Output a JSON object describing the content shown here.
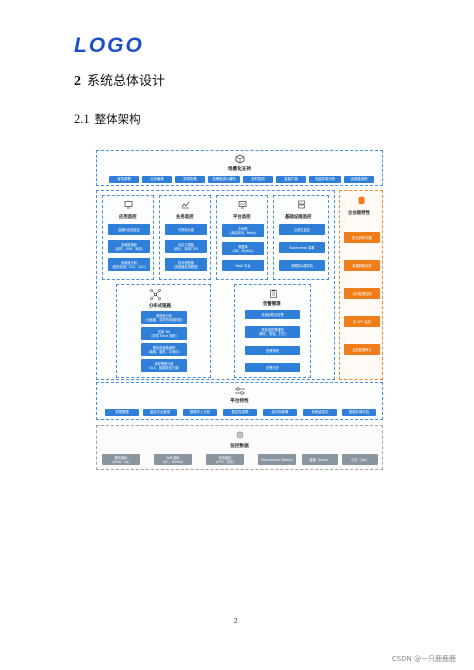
{
  "logo": "LOGO",
  "heading": {
    "num": "2",
    "text": "系统总体设计"
  },
  "subheading": {
    "num": "2.1",
    "text": "整体架构"
  },
  "top_section": {
    "title": "场景化支持",
    "tags": [
      "宣传部署",
      "业务编排",
      "异常告警",
      "告警推送&通知",
      "定时拨测",
      "智能扩缩",
      "流量异常分析",
      "全链路追踪"
    ]
  },
  "app_monitor": {
    "title": "应用监控",
    "items": [
      [
        "容器&应用监控"
      ],
      [
        "多维度指标",
        "（延时、JVM、系统）"
      ],
      [
        "多维度分析",
        "（服务实例、IDC、LDC）"
      ]
    ]
  },
  "biz_monitor": {
    "title": "业务监控",
    "items": [
      [
        "可视化大盘"
      ],
      [
        "自定义模板",
        "（统计、排序TOP）"
      ],
      [
        "技术栈配置",
        "（多链路复用模型）"
      ]
    ]
  },
  "platform_monitor": {
    "title": "平台监控",
    "items": [
      [
        "中间件",
        "（消息队列、Mesh）"
      ],
      [
        "数据库",
        "（DB、MySQL）"
      ],
      [
        "PaaS 平台"
      ]
    ]
  },
  "infra_monitor": {
    "title": "基础设施监控",
    "items": [
      [
        "云原生监控"
      ],
      [
        "Kubernetes 集群"
      ],
      [
        "物理机&虚拟机"
      ]
    ]
  },
  "enterprise": {
    "title": "企业级特性",
    "items": [
      "多云部署/灾备",
      "数据脱敏加密",
      "访问权限控制",
      "多 VPC 监控",
      "监控数据审计"
    ]
  },
  "tracing": {
    "title": "分布式链路",
    "items": [
      [
        "调用链分析",
        "（全链路、实时的问题排查）"
      ],
      [
        "应用 Tail",
        "（异常 Trace 追踪）"
      ],
      [
        "跨应用链路追踪",
        "（端侧、服务、中间件）"
      ],
      [
        "采样策略分析",
        "（SLS、链路检索方案）"
      ]
    ]
  },
  "alerting": {
    "title": "告警管理",
    "items": [
      "多指标联合告警",
      "多渠道告警通知",
      "告警规则",
      "告警历史"
    ]
  },
  "platform_features": {
    "title": "平台特性",
    "tags": [
      "权限管理",
      "监控平台集成",
      "数据写入与校",
      "稳定性保障",
      "高可用部署",
      "机房级容灾",
      "数据存储可控"
    ]
  },
  "data_section": {
    "title": "监控数据",
    "tags": [
      "服务指标（error、pv）",
      "JVM 指标（GC、thread）",
      "系统指标（CPU、内存）",
      "Prometheus Metrics",
      "链路（trace）",
      "日志（log）"
    ]
  },
  "page_number": "2",
  "watermark": "CSDN @一只鹿鹿鹿"
}
